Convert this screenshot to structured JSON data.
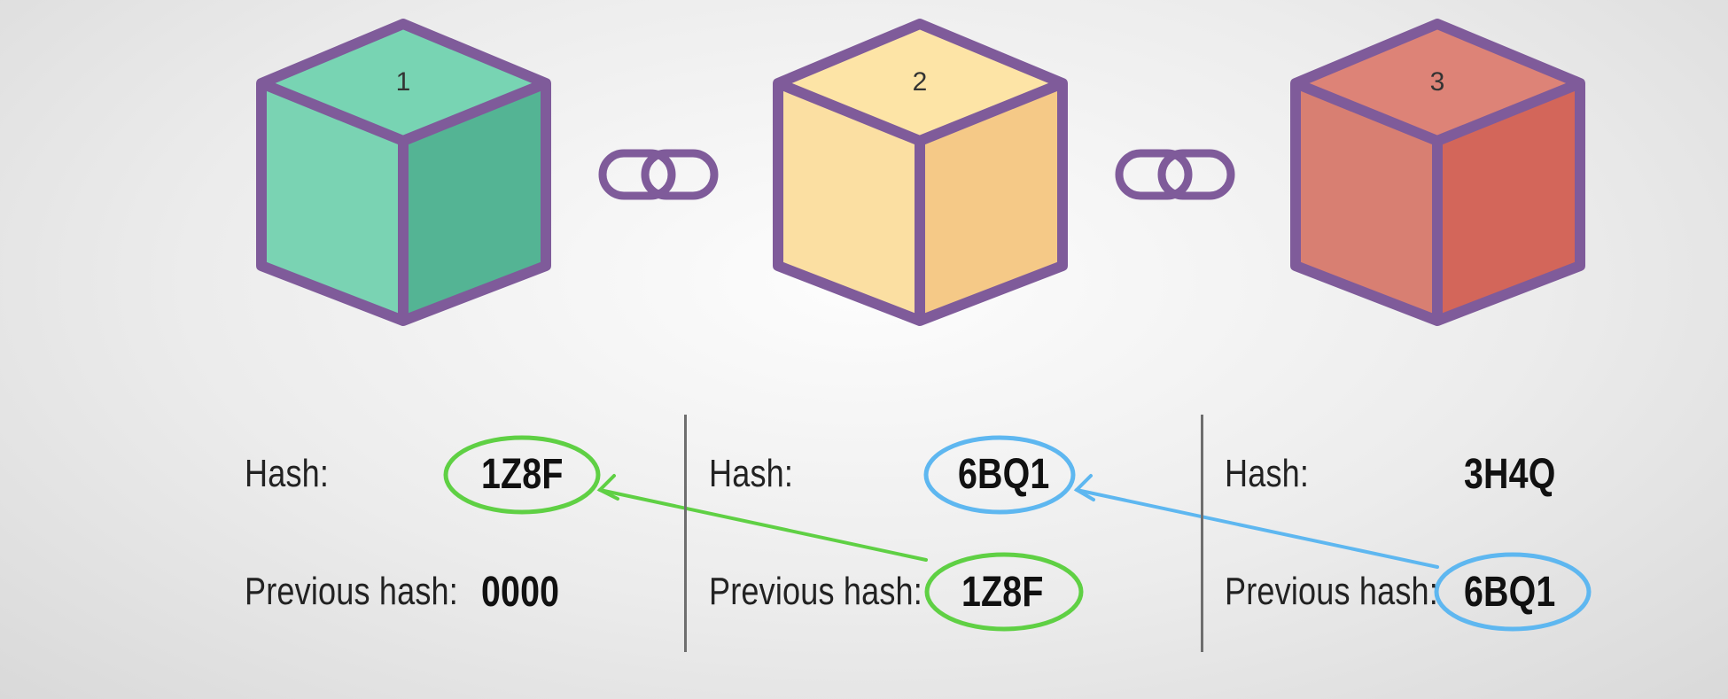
{
  "blocks": [
    {
      "number": "1",
      "hash_label": "Hash:",
      "hash": "1Z8F",
      "prev_label": "Previous hash:",
      "prev_hash": "0000",
      "colors": {
        "top": "#78d4b3",
        "left": "#7ad3b3",
        "right": "#54b494"
      }
    },
    {
      "number": "2",
      "hash_label": "Hash:",
      "hash": "6BQ1",
      "prev_label": "Previous hash:",
      "prev_hash": "1Z8F",
      "colors": {
        "top": "#fde4a6",
        "left": "#fbdfa2",
        "right": "#f5c987"
      }
    },
    {
      "number": "3",
      "hash_label": "Hash:",
      "hash": "3H4Q",
      "prev_label": "Previous hash:",
      "prev_hash": "6BQ1",
      "colors": {
        "top": "#dd8377",
        "left": "#d87f72",
        "right": "#d3665a"
      }
    }
  ],
  "colors": {
    "outline": "#7f5b9a",
    "link_green": "#5fd044",
    "link_blue": "#5eb7f0",
    "divider": "#6e6e6e"
  },
  "icons": {
    "cube": "cube-icon",
    "chain": "chain-link-icon",
    "arrow": "arrow-icon"
  }
}
